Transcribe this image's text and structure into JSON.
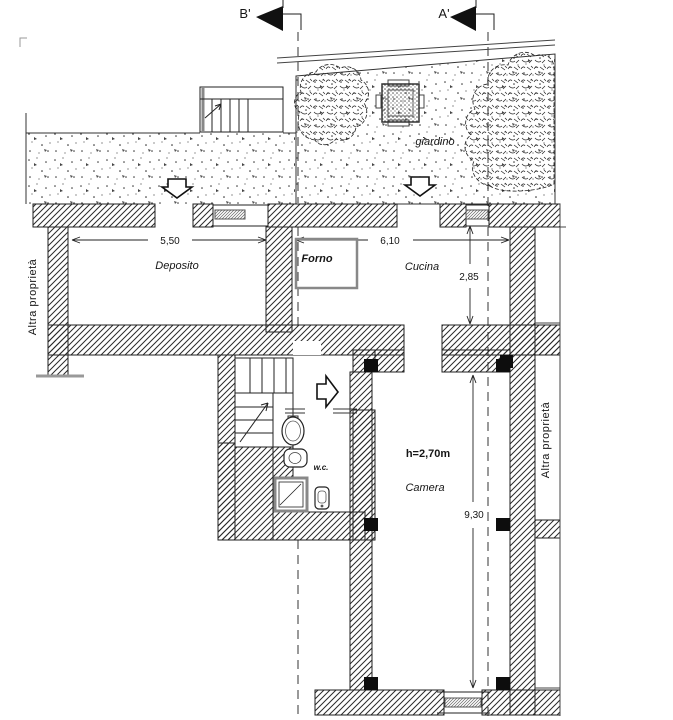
{
  "drawing": {
    "type": "architectural-floor-plan",
    "section_markers": {
      "b_label": "B'",
      "a_label": "A'"
    },
    "garden": {
      "label": "giardino"
    },
    "property": {
      "left_label": "Altra proprietà",
      "right_label": "Altra proprietà"
    },
    "rooms": {
      "deposito": {
        "label": "Deposito",
        "width_dim": "5,50"
      },
      "forno": {
        "label": "Forno"
      },
      "cucina": {
        "label": "Cucina",
        "width_dim": "6,10",
        "depth_dim": "2,85"
      },
      "camera": {
        "label": "Camera",
        "height_note": "h=2,70m",
        "length_dim": "9,30"
      },
      "wc": {
        "label": "w.c."
      }
    },
    "symbols": {
      "courtyard_entrance": "down-block-arrow",
      "garden_entrance": "down-block-arrow",
      "hall_entrance": "right-block-arrow",
      "stair_direction": "diagonal-arrow",
      "section_cut": "filled-triangle"
    },
    "colors": {
      "line": "#1f1f1f",
      "hatch": "#2b2b2b",
      "grey_fixture": "#888888",
      "paper": "#ffffff"
    }
  }
}
